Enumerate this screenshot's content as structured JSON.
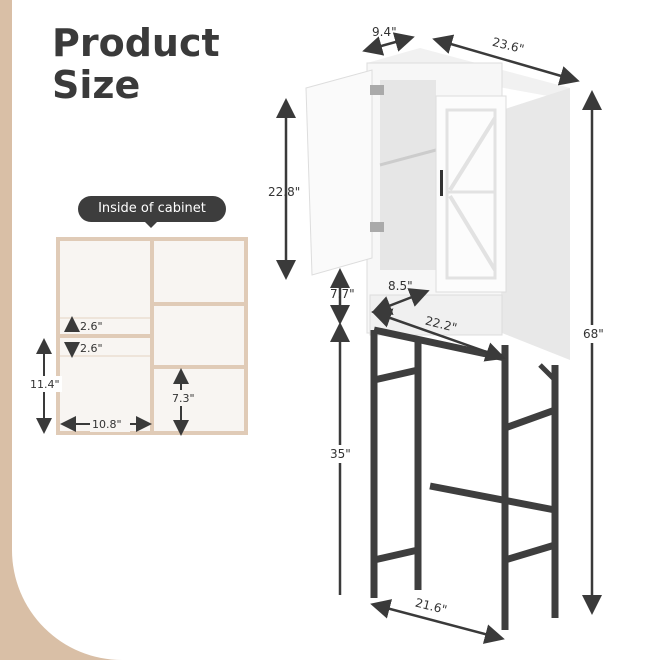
{
  "title": [
    "Product",
    "Size"
  ],
  "inside_label": "Inside of cabinet",
  "inside_dims": {
    "shelf_up": "2.6\"",
    "shelf_down": "2.6\"",
    "height_left": "11.4\"",
    "width": "10.8\"",
    "height_right": "7.3\""
  },
  "cabinet_dims": {
    "depth": "9.4\"",
    "width": "23.6\"",
    "cabinet_height": "22.8\"",
    "open_shelf_height": "7.7\"",
    "open_shelf_depth": "8.5\"",
    "open_shelf_width": "22.2\"",
    "total_height": "68\"",
    "leg_height": "35\"",
    "base_width": "21.6\""
  },
  "colors": {
    "accent": "#d9bfa6",
    "dark": "#3d3d3d",
    "frame": "#3a3a3a"
  }
}
